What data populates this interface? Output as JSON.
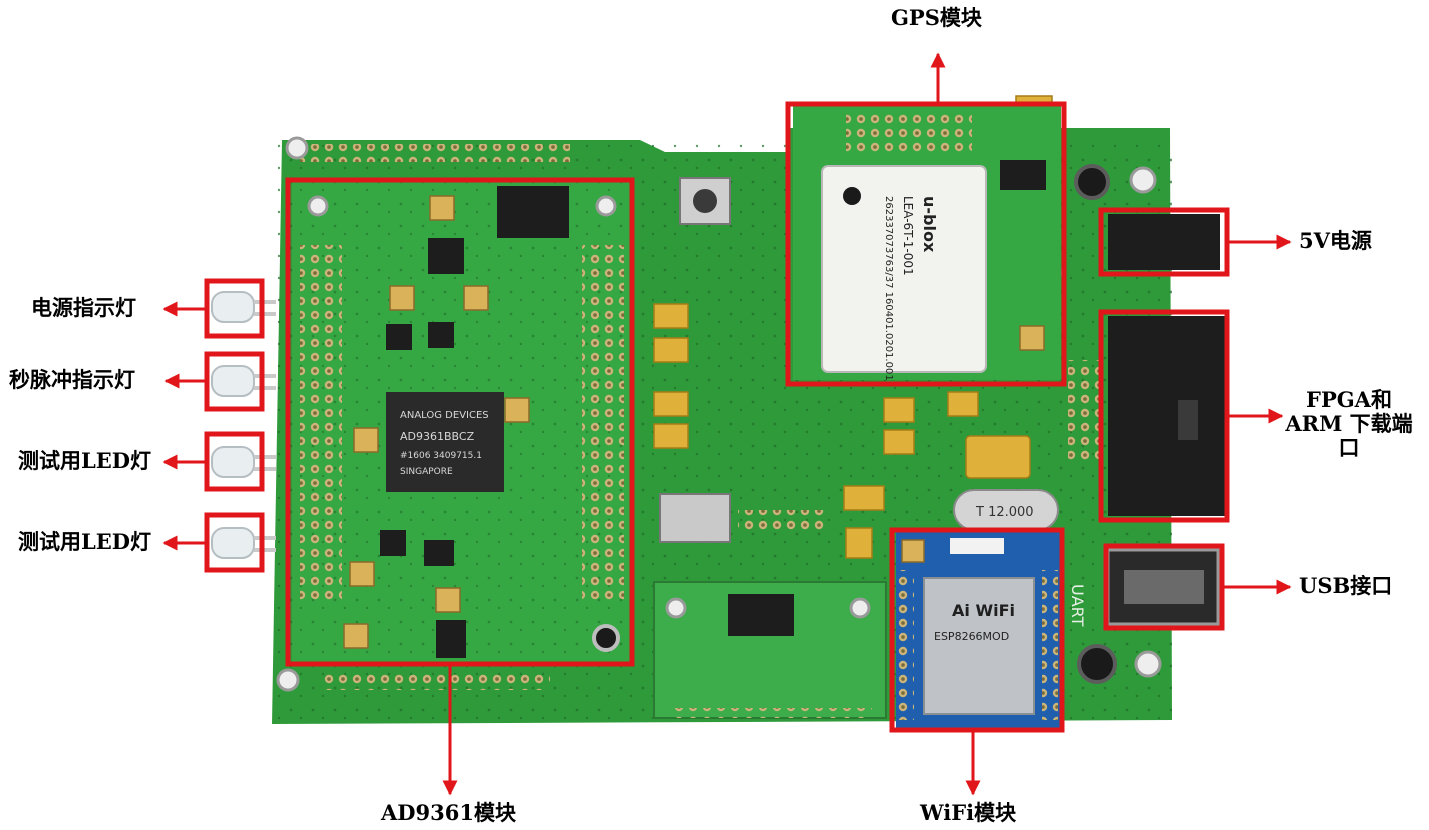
{
  "labels": {
    "gps": "GPS模块",
    "power_5v": "5V电源",
    "fpga_arm": "FPGA和ARM 下载端口",
    "usb": "USB接口",
    "ad9361": "AD9361模块",
    "wifi": "WiFi模块",
    "power_led": "电源指示灯",
    "pps_led": "秒脉冲指示灯",
    "test_led_1": "测试用LED灯",
    "test_led_2": "测试用LED灯"
  },
  "chip_text": {
    "adi_brand": "ANALOG DEVICES",
    "adi_part": "AD9361BBCZ",
    "adi_lot": "#1606 3409715.1",
    "adi_origin": "SINGAPORE",
    "gps_brand": "u-blox",
    "gps_model": "LEA-6T-1-001",
    "gps_code": "262337073763/37 160401.0201.001",
    "crystal": "T 12.000",
    "wifi_brand": "Ai WiFi",
    "wifi_model": "ESP8266MOD",
    "uart": "UART"
  },
  "colors": {
    "pcb_green": "#2f9a3a",
    "highlight_red": "#e0161b",
    "arrow_red": "#e0161b"
  }
}
